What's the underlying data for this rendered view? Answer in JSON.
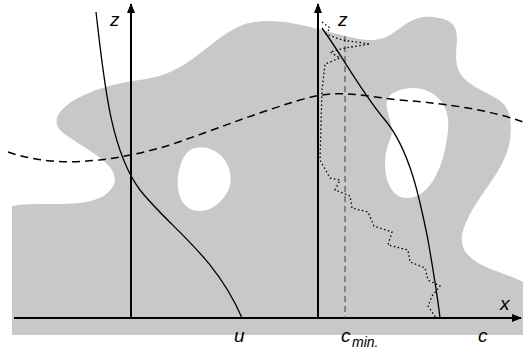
{
  "diagram": {
    "labels": [
      "z",
      "z",
      "u",
      "c",
      "min.",
      "c",
      "x"
    ]
  }
}
